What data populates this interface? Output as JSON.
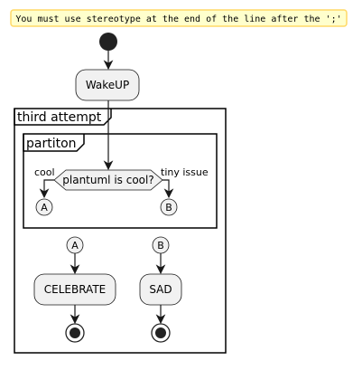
{
  "warning": {
    "text": "You must use stereotype at the end of the line after the ';'"
  },
  "nodes": {
    "wakeup": "WakeUP",
    "celebrate": "CELEBRATE",
    "sad": "SAD"
  },
  "frames": {
    "outer": "third attempt",
    "inner": "partiton"
  },
  "decision": {
    "question": "plantuml is cool?",
    "left_branch": "cool",
    "right_branch": "tiny issue"
  },
  "connectors": {
    "a": "A",
    "b": "B"
  },
  "colors": {
    "warning_bg": "#ffffcc",
    "warning_border": "#ffd966",
    "node_fill": "#f1f1f1",
    "stroke": "#181818"
  }
}
